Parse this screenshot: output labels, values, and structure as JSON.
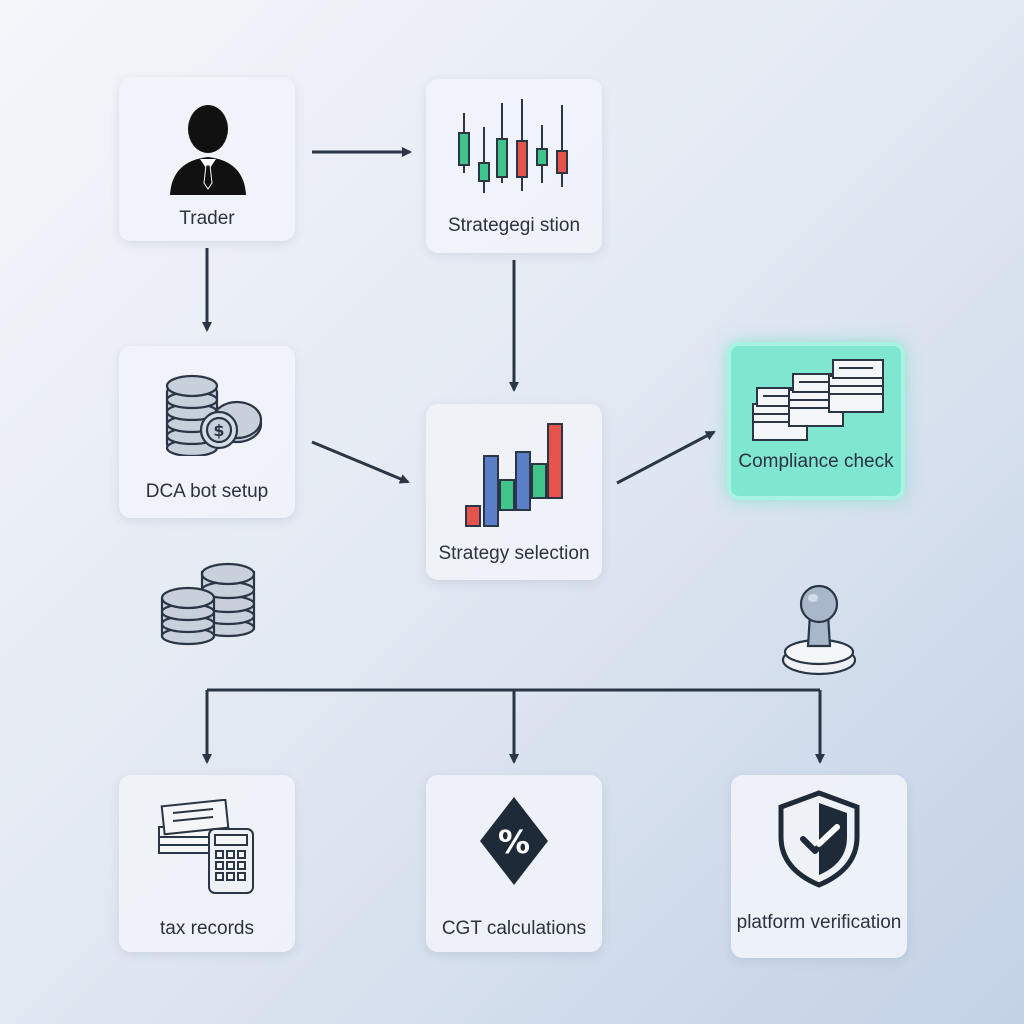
{
  "nodes": {
    "trader": {
      "label": "Trader",
      "icon": "trader-icon"
    },
    "strategy_top": {
      "label": "Strategegi stion",
      "icon": "candlestick-chart-icon"
    },
    "dca_bot": {
      "label": "DCA bot setup",
      "icon": "coin-stack-dollar-icon"
    },
    "strategy_selection": {
      "label": "Strategy selection",
      "icon": "bar-chart-icon"
    },
    "compliance": {
      "label": "Compliance check",
      "icon": "document-stack-icon"
    },
    "tax_records": {
      "label": "tax records",
      "icon": "calculator-document-icon"
    },
    "cgt": {
      "label": "CGT calculations",
      "icon": "percent-diamond-icon"
    },
    "platform": {
      "label": "platform verification",
      "icon": "shield-check-icon"
    }
  },
  "decorations": {
    "coins": {
      "icon": "coin-stacks-icon"
    },
    "stamp": {
      "icon": "rubber-stamp-icon"
    }
  },
  "colors": {
    "arrow": "#2a3545",
    "highlight": "#7fe6cf",
    "candle_green": "#3fc48a",
    "candle_red": "#e5534b",
    "bar_blue": "#5a7fc7"
  }
}
